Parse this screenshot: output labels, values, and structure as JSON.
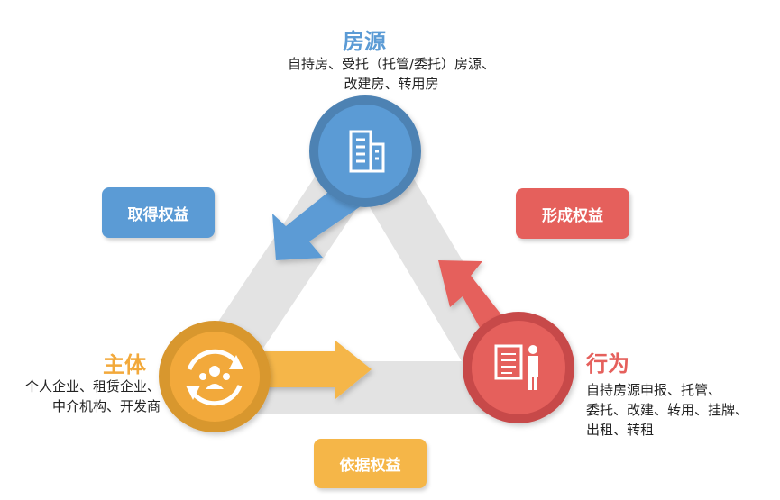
{
  "nodes": {
    "source": {
      "title": "房源",
      "desc_line1": "自持房、受托（托管/委托）房源、",
      "desc_line2": "改建房、转用房",
      "color": "#5b9bd5",
      "icon": "building-icon"
    },
    "subject": {
      "title": "主体",
      "desc_line1": "个人企业、租赁企业、",
      "desc_line2": "中介机构、开发商",
      "color": "#f2a93b",
      "icon": "people-cycle-icon"
    },
    "behavior": {
      "title": "行为",
      "desc_line1": "自持房源申报、托管、",
      "desc_line2": "委托、改建、转用、挂牌、",
      "desc_line3": "出租、转租",
      "color": "#e5605c",
      "icon": "person-document-icon"
    }
  },
  "labels": {
    "obtain": {
      "text": "取得权益",
      "color": "#5b9bd5"
    },
    "form": {
      "text": "形成权益",
      "color": "#e5605c"
    },
    "basis": {
      "text": "依据权益",
      "color": "#f5b648"
    }
  }
}
